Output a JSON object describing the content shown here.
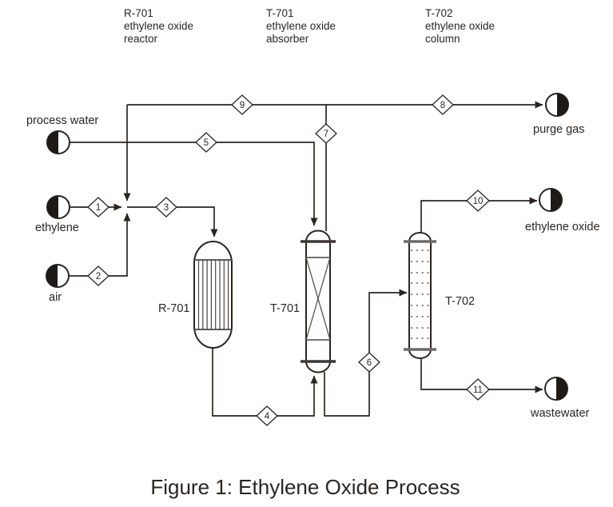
{
  "caption": "Figure 1:  Ethylene Oxide Process",
  "equipment_headers": [
    {
      "tag": "R-701",
      "line1": "ethylene oxide",
      "line2": "reactor"
    },
    {
      "tag": "T-701",
      "line1": "ethylene oxide",
      "line2": "absorber"
    },
    {
      "tag": "T-702",
      "line1": "ethylene oxide",
      "line2": "column"
    }
  ],
  "vessel_tags": {
    "reactor": "R-701",
    "absorber": "T-701",
    "column": "T-702"
  },
  "streams": [
    "1",
    "2",
    "3",
    "4",
    "5",
    "6",
    "7",
    "8",
    "9",
    "10",
    "11"
  ],
  "terminals": {
    "inputs": [
      {
        "label": "process water"
      },
      {
        "label": "ethylene"
      },
      {
        "label": "air"
      }
    ],
    "outputs": [
      {
        "label": "purge gas"
      },
      {
        "label": "ethylene oxide"
      },
      {
        "label": "wastewater"
      }
    ]
  },
  "colors": {
    "ink": "#2a2522",
    "background": "#ffffff",
    "terminal_fill": "#1e1a17"
  }
}
